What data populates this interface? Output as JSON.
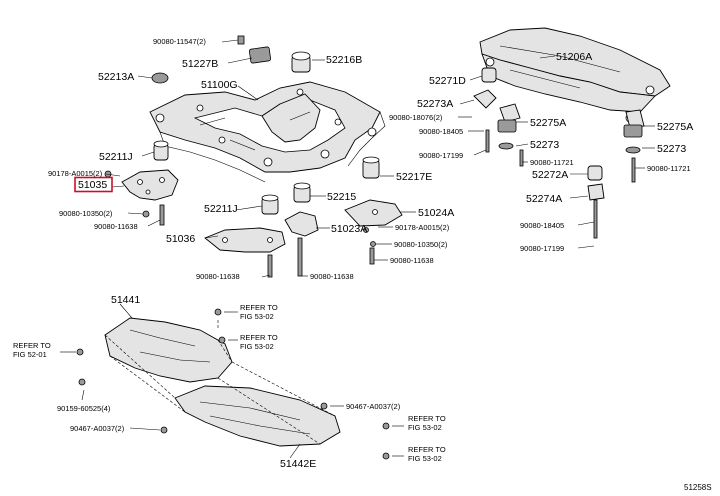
{
  "parts": {
    "p52213A": "52213A",
    "p51227B": "51227B",
    "p51100G": "51100G",
    "p52216B": "52216B",
    "p52211J_a": "52211J",
    "p51035": "51035",
    "p52211J_b": "52211J",
    "p51036": "51036",
    "p52215": "52215",
    "p52217E": "52217E",
    "p51023A": "51023A",
    "p51024A": "51024A",
    "p51206A": "51206A",
    "p52271D": "52271D",
    "p52273A": "52273A",
    "p52275A_a": "52275A",
    "p52275A_b": "52275A",
    "p52273_a": "52273",
    "p52273_b": "52273",
    "p52272A": "52272A",
    "p52274A": "52274A",
    "p51441": "51441",
    "p51442E": "51442E"
  },
  "bolts": {
    "b1": "90080-11547(2)",
    "b2": "90178-A0015(2)",
    "b3": "90080-10350(2)",
    "b4": "90080-11638",
    "b5": "90080-11638",
    "b6": "90080-11638",
    "b7": "90178-A0015(2)",
    "b8": "90080-10350(2)",
    "b9": "90080-11638",
    "b10": "90080-18076(2)",
    "b11": "90080-18405",
    "b12": "90080-17199",
    "b13": "90080-11721",
    "b14": "90080-11721",
    "b15": "90080-18405",
    "b16": "90080-17199",
    "b17": "90159-60525(4)",
    "b18": "90467-A0037(2)",
    "b19": "90467-A0037(2)"
  },
  "refs": {
    "r1_line1": "REFER TO",
    "r1_line2": "FIG 53-02",
    "r2_line1": "REFER TO",
    "r2_line2": "FIG 53-02",
    "r3_line1": "REFER TO",
    "r3_line2": "FIG 52-01",
    "r4_line1": "REFER TO",
    "r4_line2": "FIG 53-02",
    "r5_line1": "REFER TO",
    "r5_line2": "FIG 53-02"
  },
  "figure_code": "51258S",
  "highlight_color": "#c8102e"
}
